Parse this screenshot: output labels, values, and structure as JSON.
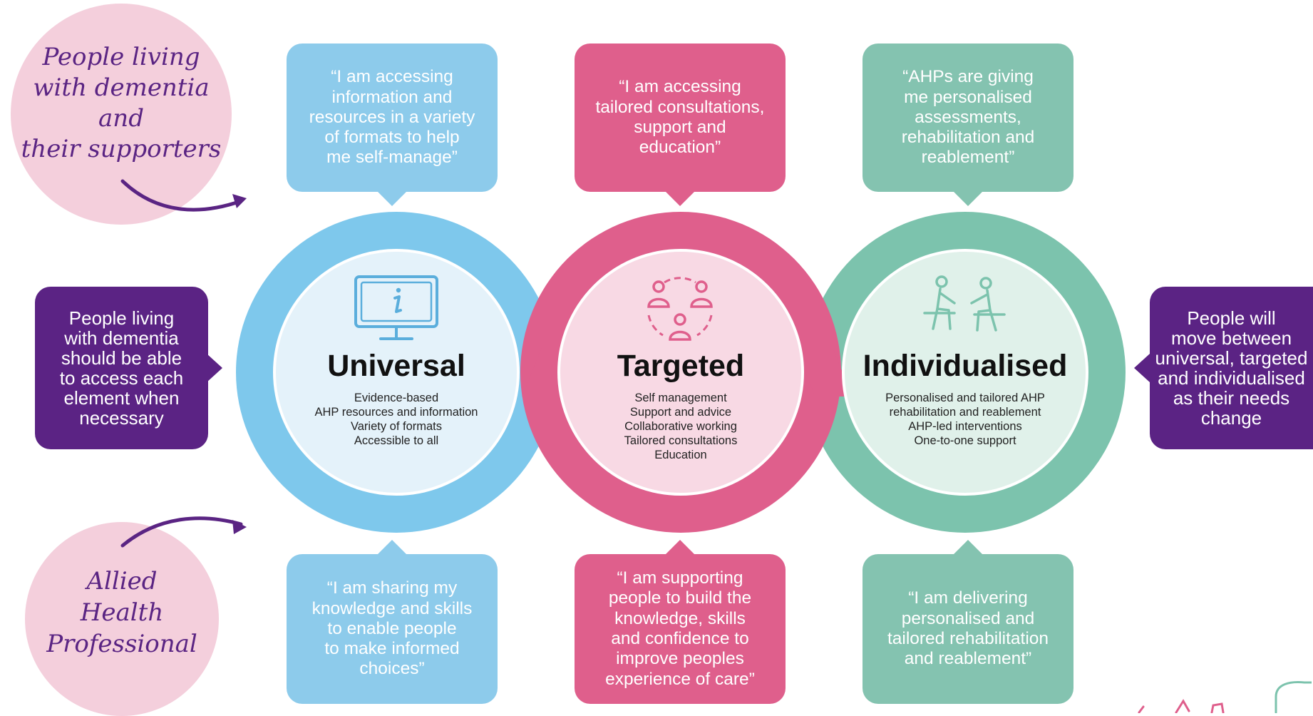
{
  "people_label": [
    "People living",
    "with dementia and",
    "their supporters"
  ],
  "ahp_label": [
    "Allied",
    "Health",
    "Professional"
  ],
  "left_note": [
    "People living",
    "with dementia",
    "should be able",
    "to access each",
    "element when",
    "necessary"
  ],
  "right_note": [
    "People will",
    "move between",
    "universal, targeted",
    "and individualised",
    "as their needs",
    "change"
  ],
  "universal": {
    "title": "Universal",
    "items": [
      "Evidence-based",
      "AHP resources and information",
      "Variety of formats",
      "Accessible to all"
    ],
    "quote_top": [
      "“I am accessing",
      "information and",
      "resources in a variety",
      "of formats to help",
      "me self-manage”"
    ],
    "quote_bottom": [
      "“I am sharing my",
      "knowledge and skills",
      "to enable people",
      "to make informed",
      "choices”"
    ],
    "icon": "information-monitor-icon"
  },
  "targeted": {
    "title": "Targeted",
    "items": [
      "Self management",
      "Support and advice",
      "Collaborative working",
      "Tailored consultations",
      "Education"
    ],
    "quote_top": [
      "“I am accessing",
      "tailored consultations,",
      "support and",
      "education”"
    ],
    "quote_bottom": [
      "“I am supporting",
      "people to build the",
      "knowledge, skills",
      "and confidence to",
      "improve peoples",
      "experience of care”"
    ],
    "icon": "people-group-icon"
  },
  "individualised": {
    "title": "Individualised",
    "items": [
      "Personalised and tailored AHP",
      "rehabilitation and reablement",
      "AHP-led interventions",
      "One-to-one support"
    ],
    "quote_top": [
      "“AHPs are giving",
      "me personalised",
      "assessments,",
      "rehabilitation and",
      "reablement”"
    ],
    "quote_bottom": [
      "“I am delivering",
      "personalised and",
      "tailored rehabilitation",
      "and reablement”"
    ],
    "icon": "one-to-one-consultation-icon"
  },
  "colors": {
    "blue": "#7ec8ec",
    "blue_box": "#8dcbeb",
    "blue_inner": "#e4f2fa",
    "pink": "#df5f8c",
    "pink_inner": "#f8d9e4",
    "green": "#7cc3ad",
    "green_box": "#84c3b0",
    "green_inner": "#e0f1ea",
    "purple": "#5b2384",
    "blob": "#f4cfdc"
  }
}
